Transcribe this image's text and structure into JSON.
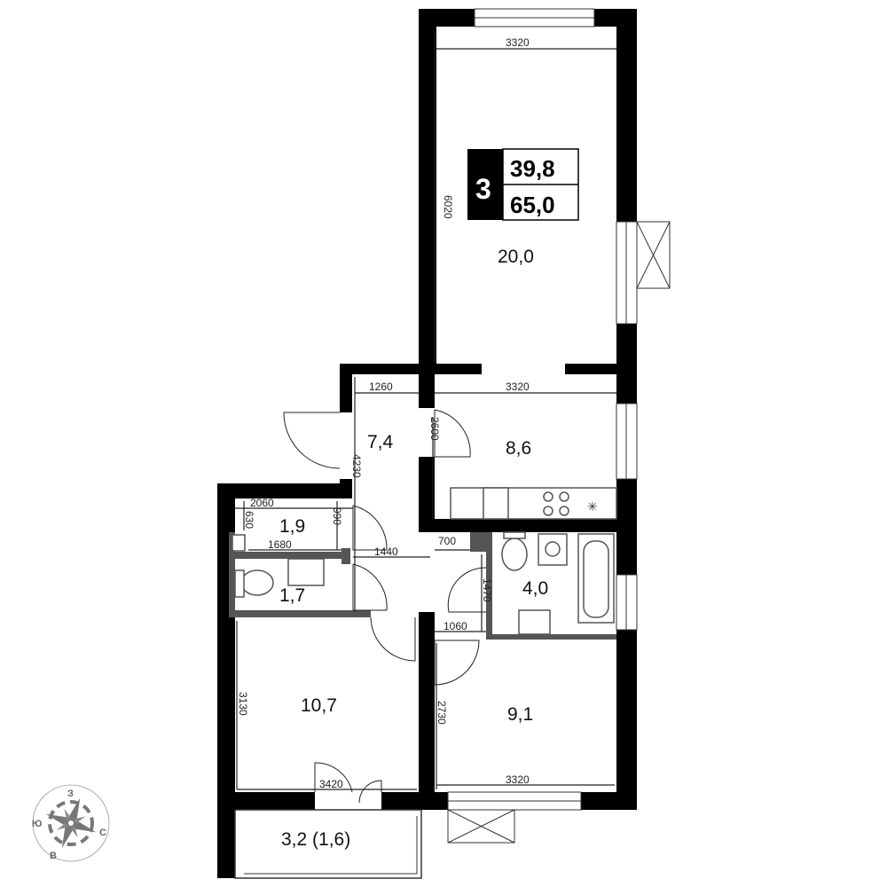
{
  "badge": {
    "rooms": "3",
    "living_area": "39,8",
    "total_area": "65,0"
  },
  "rooms": [
    {
      "name": "living-room",
      "area": "20,0"
    },
    {
      "name": "kitchen",
      "area": "8,6"
    },
    {
      "name": "hallway",
      "area": "7,4"
    },
    {
      "name": "storage",
      "area": "1,9"
    },
    {
      "name": "wc",
      "area": "1,7"
    },
    {
      "name": "bathroom",
      "area": "4,0"
    },
    {
      "name": "bedroom-left",
      "area": "10,7"
    },
    {
      "name": "bedroom-right",
      "area": "9,1"
    },
    {
      "name": "balcony",
      "area": "3,2 (1,6)"
    }
  ],
  "dimensions": {
    "living_width": "3320",
    "living_length": "6020",
    "kitchen_width": "3320",
    "kitchen_length": "2600",
    "hall_width": "1260",
    "hall_length": "4230",
    "storage_width": "2060",
    "storage_depth": "630",
    "storage_inner": "1680",
    "storage_height": "990",
    "corridor": "1440",
    "bath_entry": "700",
    "bath_length": "1470",
    "bath_width": "1060",
    "bedroom_left_length": "3130",
    "bedroom_left_width": "3420",
    "bedroom_right_length": "2730",
    "bedroom_right_width": "3320"
  },
  "compass": {
    "north": "С",
    "south": "Ю",
    "west": "З",
    "east": "В"
  }
}
